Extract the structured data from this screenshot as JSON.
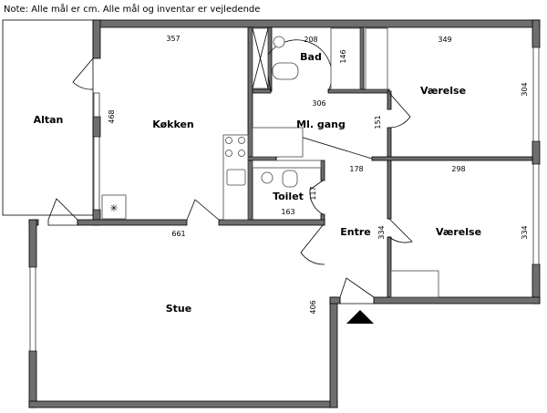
{
  "note": "Note: Alle mål er cm. Alle mål og inventar er vejledende",
  "rooms": {
    "altan": {
      "label": "Altan"
    },
    "kokken": {
      "label": "Køkken",
      "width": "357",
      "depth": "468"
    },
    "bad": {
      "label": "Bad",
      "width": "208",
      "depth": "146"
    },
    "vaerelse1": {
      "label": "Værelse",
      "width": "349",
      "depth": "304"
    },
    "gang": {
      "label": "Ml. gang",
      "width": "306",
      "depth": "151"
    },
    "toilet": {
      "label": "Toilet",
      "width": "163",
      "depth": "117"
    },
    "entre": {
      "label": "Entre",
      "width": "178",
      "depth": "334"
    },
    "vaerelse2": {
      "label": "Værelse",
      "width": "298",
      "depth": "334"
    },
    "stue": {
      "label": "Stue",
      "width": "661",
      "depth": "406"
    }
  },
  "icons": {
    "entrance": "entrance-arrow-icon"
  }
}
